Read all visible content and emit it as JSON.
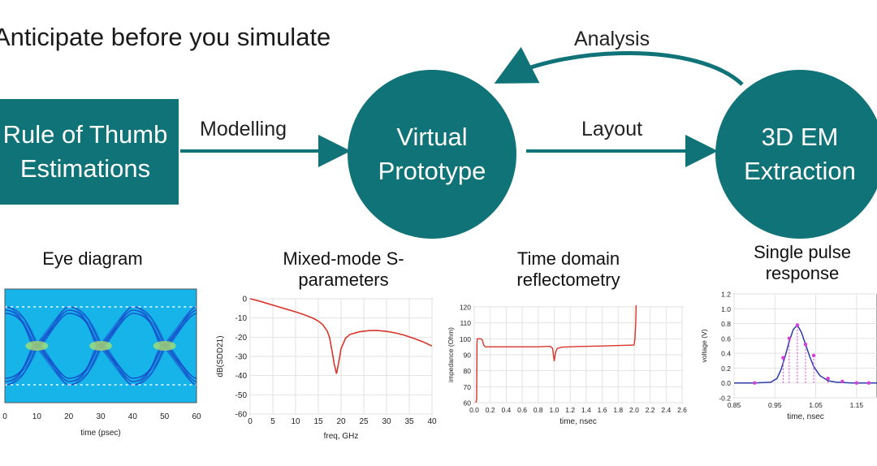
{
  "headline": "Anticipate before you simulate",
  "flow": {
    "box": {
      "line1": "Rule of Thumb",
      "line2": "Estimations"
    },
    "circle1": {
      "line1": "Virtual",
      "line2": "Prototype"
    },
    "circle2": {
      "line1": "3D EM",
      "line2": "Extraction"
    },
    "arrow_modelling": "Modelling",
    "arrow_layout": "Layout",
    "arrow_analysis": "Analysis",
    "accent_color": "#107378"
  },
  "chart_data": [
    {
      "type": "heatmap",
      "title": "Eye diagram",
      "xlabel": "time (psec)",
      "ylabel": "",
      "xlim": [
        0,
        60
      ],
      "x_ticks": [
        "0",
        "10",
        "20",
        "30",
        "40",
        "50",
        "60"
      ],
      "colors": {
        "background": "#17b4ea",
        "traces": "#1846c8",
        "hot": "#b4e26a"
      }
    },
    {
      "type": "line",
      "title": "Mixed-mode S-parameters",
      "xlabel": "freq, GHz",
      "ylabel": "dB(SDD21)",
      "xlim": [
        0,
        40
      ],
      "ylim": [
        -60,
        0
      ],
      "x_ticks": [
        "0",
        "5",
        "10",
        "15",
        "20",
        "25",
        "30",
        "35",
        "40"
      ],
      "y_ticks": [
        "0",
        "-10",
        "-20",
        "-30",
        "-40",
        "-50",
        "-60"
      ],
      "series": [
        {
          "color": "#d8352b",
          "x": [
            0,
            2,
            4,
            6,
            8,
            10,
            12,
            14,
            15,
            16,
            17,
            17.5,
            18,
            18.5,
            19,
            19.5,
            20,
            21,
            22,
            24,
            26,
            28,
            30,
            32,
            34,
            36,
            38,
            40
          ],
          "y": [
            0,
            -1.2,
            -2.6,
            -4,
            -5.4,
            -6.8,
            -8.4,
            -10.3,
            -11.6,
            -13.5,
            -17,
            -20.5,
            -27,
            -34,
            -39,
            -33,
            -26,
            -20.5,
            -18.5,
            -17.2,
            -16.6,
            -16.5,
            -17,
            -17.8,
            -19,
            -20.6,
            -22.4,
            -24.6
          ]
        }
      ]
    },
    {
      "type": "line",
      "title": "Time domain reflectometry",
      "xlabel": "time, nsec",
      "ylabel": "impedance (Ohm)",
      "xlim": [
        0,
        2.6
      ],
      "ylim": [
        60,
        120
      ],
      "x_ticks": [
        "0.0",
        "0.2",
        "0.4",
        "0.6",
        "0.8",
        "1.0",
        "1.2",
        "1.4",
        "1.6",
        "1.8",
        "2.0",
        "2.2",
        "2.4",
        "2.6"
      ],
      "y_ticks": [
        "60",
        "70",
        "80",
        "90",
        "100",
        "110",
        "120"
      ],
      "series": [
        {
          "color": "#d8352b",
          "x": [
            0.02,
            0.03,
            0.035,
            0.04,
            0.05,
            0.08,
            0.1,
            0.12,
            0.14,
            0.2,
            0.5,
            0.8,
            0.95,
            0.98,
            0.99,
            1.0,
            1.01,
            1.02,
            1.04,
            1.1,
            1.3,
            1.6,
            1.8,
            1.95,
            2.0,
            2.01,
            2.02,
            2.025
          ],
          "y": [
            60,
            62,
            98,
            100,
            100,
            100,
            99.5,
            96,
            95,
            95,
            95,
            95,
            95.3,
            94,
            90,
            86,
            89,
            92,
            94,
            94.8,
            95.2,
            95.5,
            95.8,
            96,
            96.1,
            100,
            110,
            121
          ]
        }
      ]
    },
    {
      "type": "line",
      "title": "Single pulse response",
      "xlabel": "time, nsec",
      "ylabel": "voltage (V)",
      "xlim": [
        0.85,
        1.2
      ],
      "ylim": [
        -0.2,
        1.2
      ],
      "x_ticks": [
        "0.85",
        "0.95",
        "1.05",
        "1.15"
      ],
      "y_ticks": [
        "-0.2",
        "0.0",
        "0.2",
        "0.4",
        "0.6",
        "0.8",
        "1.0",
        "1.2"
      ],
      "series": [
        {
          "color": "#2b3ba8",
          "marker_color": "#d43fd6",
          "x": [
            0.85,
            0.9,
            0.94,
            0.955,
            0.965,
            0.975,
            0.985,
            0.995,
            1.005,
            1.015,
            1.025,
            1.035,
            1.045,
            1.06,
            1.08,
            1.1,
            1.14,
            1.18,
            1.2
          ],
          "y": [
            0,
            0,
            0.01,
            0.06,
            0.18,
            0.36,
            0.56,
            0.72,
            0.78,
            0.68,
            0.52,
            0.36,
            0.22,
            0.1,
            0.03,
            0.01,
            0,
            0,
            0
          ],
          "markers_x": [
            0.9,
            0.97,
            0.985,
            1.005,
            1.025,
            1.045,
            1.08,
            1.115,
            1.15,
            1.18
          ],
          "markers_y": [
            0,
            0.34,
            0.6,
            0.78,
            0.52,
            0.37,
            0.06,
            0.02,
            0,
            0
          ]
        }
      ]
    }
  ]
}
